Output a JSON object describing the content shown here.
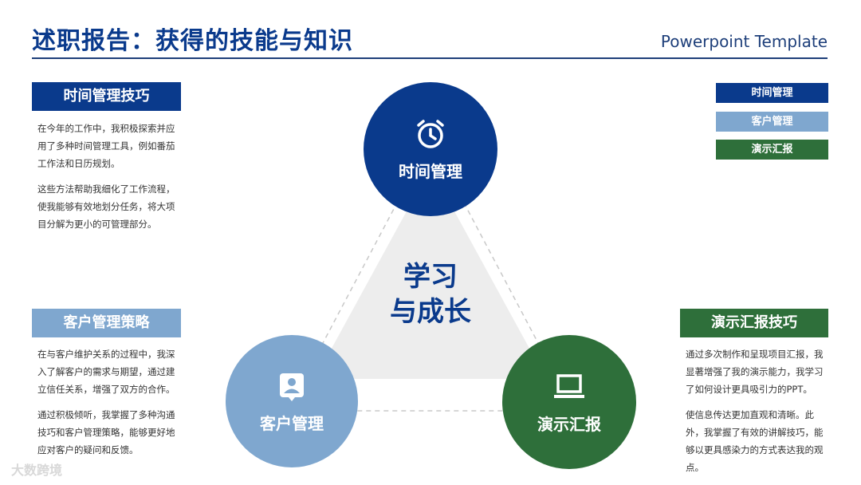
{
  "header": {
    "title": "述职报告：获得的技能与知识",
    "subtitle": "Powerpoint Template"
  },
  "colors": {
    "dark_blue": "#0a3a8c",
    "light_blue": "#7fa7cf",
    "green": "#2e6f3a"
  },
  "sections": {
    "time": {
      "label": "时间管理技巧",
      "p1": "在今年的工作中，我积极探索并应用了多种时间管理工具，例如番茄工作法和日历规划。",
      "p2": "这些方法帮助我细化了工作流程，使我能够有效地划分任务，将大项目分解为更小的可管理部分。"
    },
    "client": {
      "label": "客户管理策略",
      "p1": "在与客户维护关系的过程中，我深入了解客户的需求与期望，通过建立信任关系，增强了双方的合作。",
      "p2": "通过积极倾听，我掌握了多种沟通技巧和客户管理策略，能够更好地应对客户的疑问和反馈。"
    },
    "present": {
      "label": "演示汇报技巧",
      "p1": "通过多次制作和呈现项目汇报，我显著增强了我的演示能力，我学习了如何设计更具吸引力的PPT。",
      "p2": "使信息传达更加直观和清晰。此外，我掌握了有效的讲解技巧，能够以更具感染力的方式表达我的观点。"
    }
  },
  "legend": [
    "时间管理",
    "客户管理",
    "演示汇报"
  ],
  "circles": {
    "time": {
      "label": "时间管理",
      "icon": "alarm-clock-icon"
    },
    "client": {
      "label": "客户管理",
      "icon": "person-card-icon"
    },
    "present": {
      "label": "演示汇报",
      "icon": "laptop-icon"
    }
  },
  "center": {
    "line1": "学习",
    "line2": "与成长"
  },
  "watermark": "大数跨境"
}
